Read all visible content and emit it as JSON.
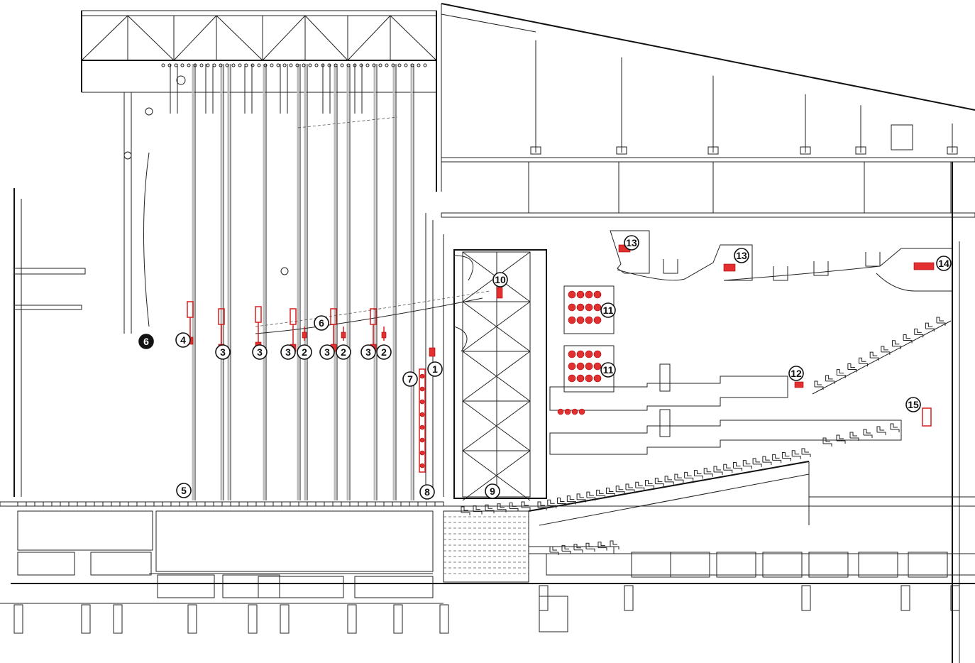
{
  "title": "Theatre longitudinal section",
  "colors": {
    "line": "#222222",
    "equipment": "#d81e1e",
    "batten": "#bbbbbb"
  },
  "callouts": {
    "c1": "1",
    "c2": "2",
    "c3": "3",
    "c4": "4",
    "c5": "5",
    "c6": "6",
    "c7": "7",
    "c8": "8",
    "c9": "9",
    "c10": "10",
    "c11": "11",
    "c12": "12",
    "c13": "13",
    "c14": "14",
    "c15": "15"
  }
}
